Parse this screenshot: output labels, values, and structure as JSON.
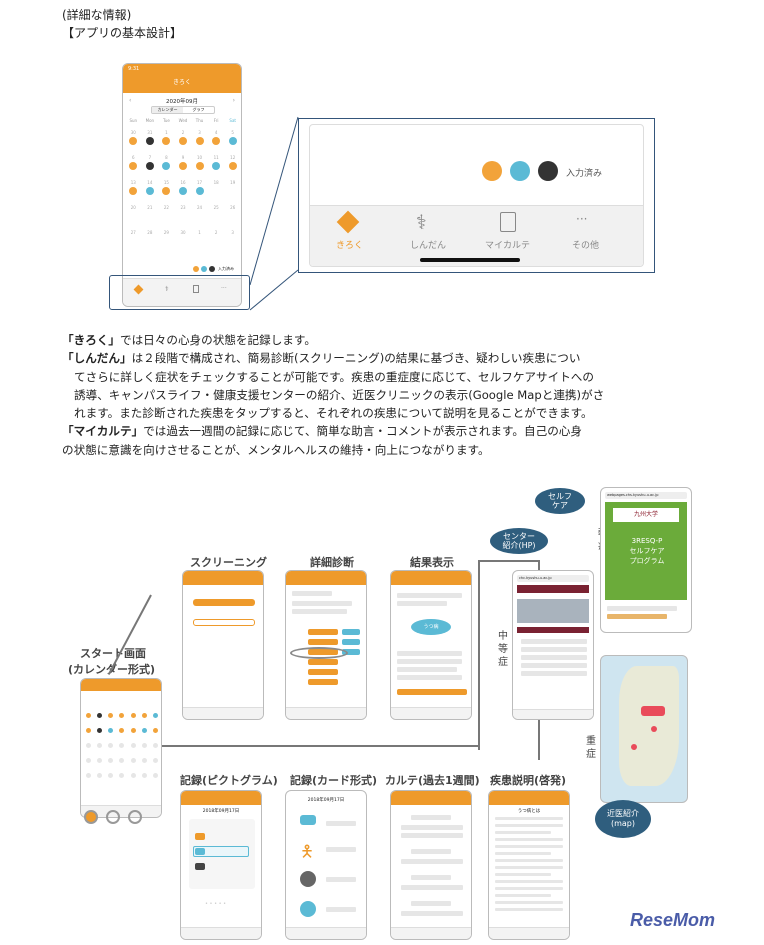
{
  "header": {
    "line1": "(詳細な情報)",
    "line2": "【アプリの基本設計】"
  },
  "calendar_phone": {
    "time": "9:31",
    "title": "きろく",
    "month": "2020年09月",
    "tab_calendar": "カレンダー",
    "tab_graph": "グラフ",
    "weekdays": [
      "Sun",
      "Mon",
      "Tue",
      "Wed",
      "Thu",
      "Fri",
      "Sat"
    ],
    "rows": [
      [
        "30",
        "31",
        "1",
        "2",
        "3",
        "4",
        "5"
      ],
      [
        "6",
        "7",
        "8",
        "9",
        "10",
        "11",
        "12"
      ],
      [
        "13",
        "14",
        "15",
        "16",
        "17",
        "18",
        "19"
      ],
      [
        "20",
        "21",
        "22",
        "23",
        "24",
        "25",
        "26"
      ],
      [
        "27",
        "28",
        "29",
        "30",
        "1",
        "2",
        "3"
      ]
    ],
    "entered": "入力済み"
  },
  "zoom": {
    "entered": "入力済み",
    "tabs": [
      "きろく",
      "しんだん",
      "マイカルテ",
      "その他"
    ]
  },
  "description": {
    "p1_bold": "「きろく」",
    "p1": "では日々の心身の状態を記録します。",
    "p2_bold": "「しんだん」",
    "p2a": "は２段階で構成され、簡易診断(スクリーニング)の結果に基づき、疑わしい疾患につい",
    "p2b": "てさらに詳しく症状をチェックすることが可能です。疾患の重症度に応じて、セルフケアサイトへの",
    "p2c": "誘導、キャンパスライフ・健康支援センターの紹介、近医クリニックの表示(Google Mapと連携)がさ",
    "p2d": "れます。また診断された疾患をタップすると、それぞれの疾患について説明を見ることができます。",
    "p3_bold": "「マイカルテ」",
    "p3a": "では過去一週間の記録に応じて、簡単な助言・コメントが表示されます。自己の心身",
    "p3b": "の状態に意識を向けさせることが、メンタルヘルスの維持・向上につながります。"
  },
  "flow": {
    "start_label_1": "スタート画面",
    "start_label_2": "(カレンダー形式)",
    "screening": "スクリーニング",
    "detail": "詳細診断",
    "result": "結果表示",
    "record_picto": "記録(ピクトグラム)",
    "record_card": "記録(カード形式)",
    "karte": "カルテ(過去1週間)",
    "disease": "疾患説明(啓発)",
    "selfcare_1": "セルフ",
    "selfcare_2": "ケア",
    "center_1": "センター",
    "center_2": "紹介(HP)",
    "severity_mild": [
      "軽",
      "症"
    ],
    "severity_mid": [
      "中",
      "等",
      "症"
    ],
    "severity_severe": [
      "重",
      "症"
    ],
    "clinic_1": "近医紹介",
    "clinic_2": "(map)",
    "site_url": "webpages.chs.kyushu-u.ac.jp",
    "site_univ": "九州大学",
    "site_program_1": "3RESQ-P",
    "site_program_2": "セルフケア",
    "site_program_3": "プログラム",
    "center_url": "chc.kyushu-u.ac.jp",
    "result_bubble": "うつ病",
    "picto_date": "2018年09月17日",
    "card_date": "2018年09月17日",
    "disease_title": "うつ病とは"
  },
  "watermark": "ReseMom",
  "colors": {
    "accent": "#ee9a2b",
    "blue": "#5bbad5",
    "navy": "#2f5e7e"
  }
}
